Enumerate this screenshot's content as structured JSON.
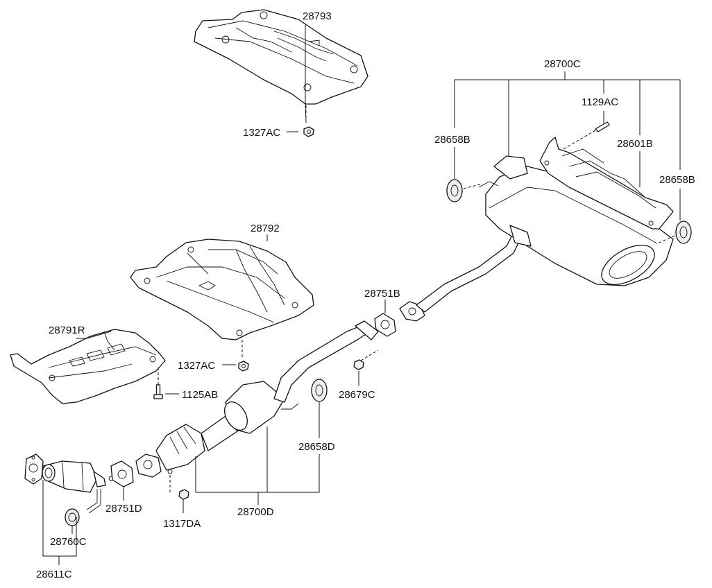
{
  "labels": {
    "p28793": "28793",
    "p1327ac_top": "1327AC",
    "p28700c": "28700C",
    "p1129ac": "1129AC",
    "p28658b_left": "28658B",
    "p28601b": "28601B",
    "p28658b_right": "28658B",
    "p28792": "28792",
    "p28751b": "28751B",
    "p28791r": "28791R",
    "p1327ac_mid": "1327AC",
    "p1125ab": "1125AB",
    "p28679c": "28679C",
    "p28658d": "28658D",
    "p28751d": "28751D",
    "p1317da": "1317DA",
    "p28700d": "28700D",
    "p28760c": "28760C",
    "p28611c": "28611C"
  }
}
